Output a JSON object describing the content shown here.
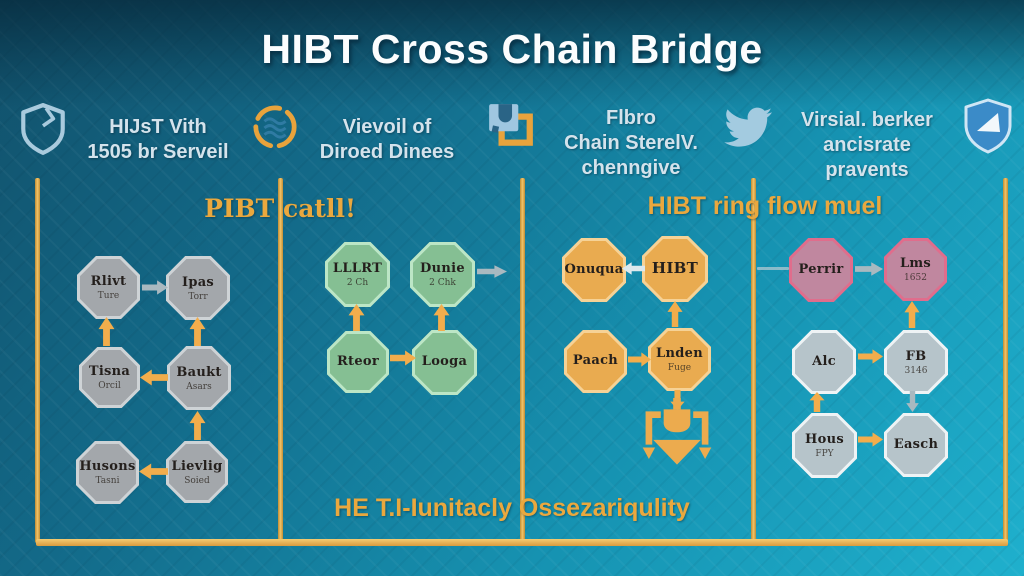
{
  "title": "HIBT Cross Chain Bridge",
  "headers": {
    "h1": "HIJsT Vith\n1505 br Serveil",
    "h2": "Vievoil of\nDiroed Dinees",
    "h3": "Flbro\nChain SterelV.\nchenngive",
    "h4": "Virsial. berker\nancisrate\npravents"
  },
  "icons": {
    "left": "shield-outline-icon",
    "second": "sync-globe-icon",
    "third": "overlap-squares-icon",
    "fourth": "twitter-bird-icon",
    "right": "shield-badge-icon",
    "funnel": "merge-funnel-icon"
  },
  "captions": {
    "col2_title": "PIBT catll!",
    "col34_title": "HIBT ring flow muel",
    "bottom": "HE T.I-Iunitacly Ossezariqulity"
  },
  "nodes": {
    "c1n1": {
      "label": "Rlivt",
      "sub": "Ture"
    },
    "c1n2": {
      "label": "Ipas",
      "sub": "Torr"
    },
    "c1n3": {
      "label": "Tisna",
      "sub": "Orcil"
    },
    "c1n4": {
      "label": "Baukt",
      "sub": "Asars"
    },
    "c1n5": {
      "label": "Husons",
      "sub": "Tasni"
    },
    "c1n6": {
      "label": "Lievlig",
      "sub": "Soied"
    },
    "c2n1": {
      "label": "LLLRT",
      "sub": "2 Ch"
    },
    "c2n2": {
      "label": "Dunie",
      "sub": "2 Chk"
    },
    "c2n3": {
      "label": "Rteor",
      "sub": ""
    },
    "c2n4": {
      "label": "Looga",
      "sub": ""
    },
    "c3n1": {
      "label": "Onuqua",
      "sub": ""
    },
    "c3n2": {
      "label": "HIBT",
      "sub": ""
    },
    "c3n3": {
      "label": "Paach",
      "sub": ""
    },
    "c3n4": {
      "label": "Lnden",
      "sub": "Fuge"
    },
    "c4n1": {
      "label": "Perrir",
      "sub": ""
    },
    "c4n2": {
      "label": "Lms",
      "sub": "1652"
    },
    "c4n3": {
      "label": "Alc",
      "sub": ""
    },
    "c4n4": {
      "label": "FB",
      "sub": "3146"
    },
    "c4n5": {
      "label": "Hous",
      "sub": "FPY"
    },
    "c4n6": {
      "label": "Easch",
      "sub": ""
    }
  },
  "colors": {
    "accent_orange": "#eaa83e",
    "frame_gold": "#e3a94d",
    "node_gray": "#a3a7ab",
    "node_green": "#85bf93",
    "node_orange": "#e9ab50",
    "node_pink": "#c0879f",
    "node_silver": "#b6c4ca",
    "arrow_orange": "#f2ad4c",
    "arrow_gray": "#a9b9c0",
    "background_top": "#11506a",
    "background_bottom": "#1fb0cd"
  }
}
